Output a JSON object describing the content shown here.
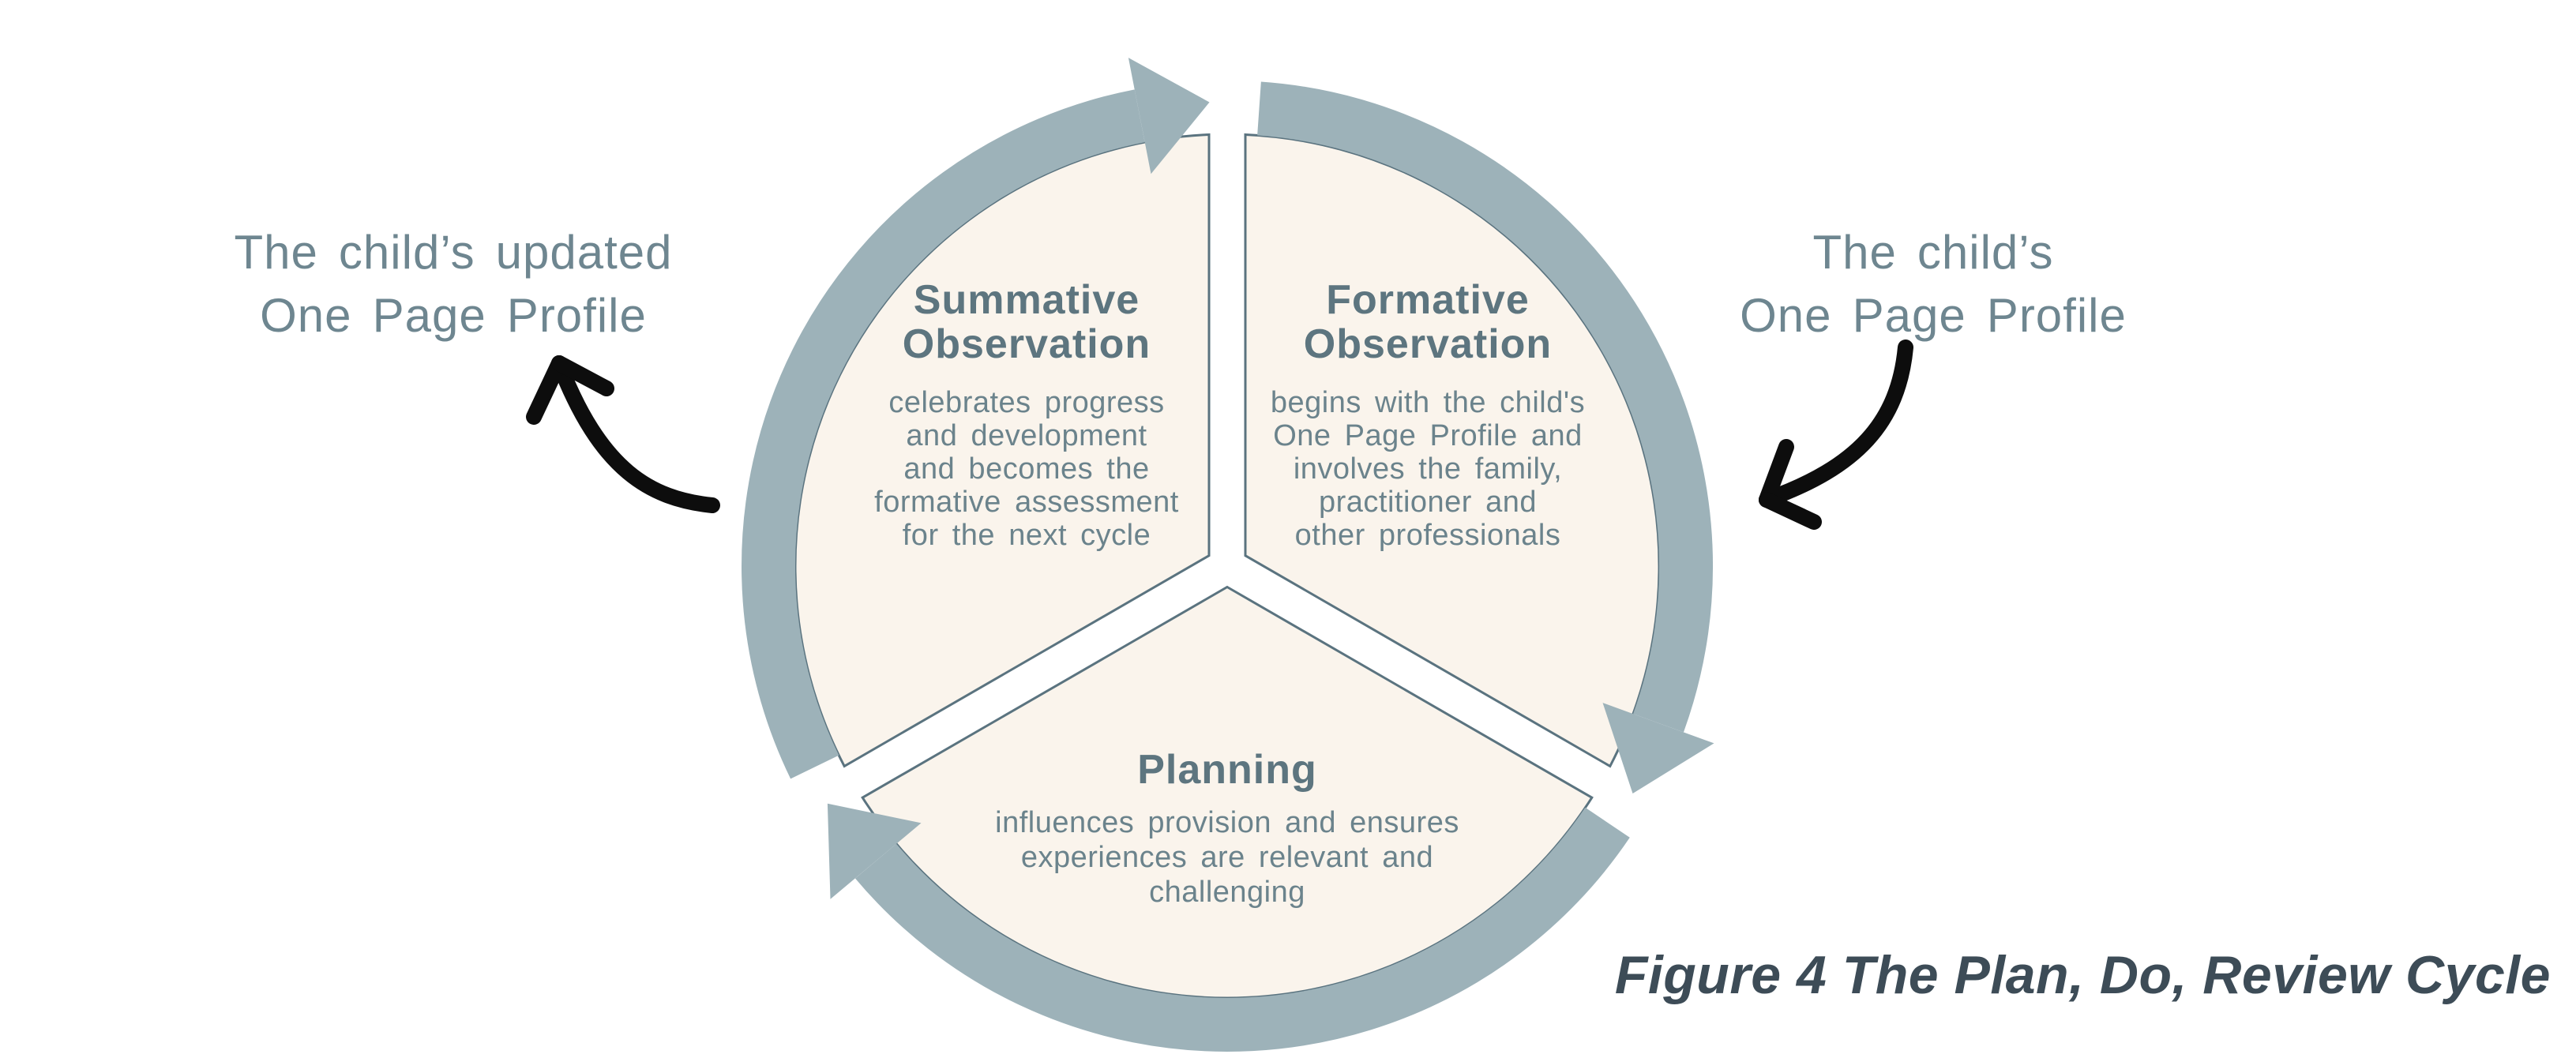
{
  "diagram": {
    "left_label": "The child’s updated\nOne Page Profile",
    "right_label": "The child’s\nOne Page Profile",
    "caption": "Figure 4 The Plan, Do, Review Cycle",
    "cycle_direction": "clockwise",
    "segments": [
      {
        "id": "summative-observation",
        "title": "Summative\nObservation",
        "body": "celebrates progress\nand development\nand becomes the\nformative assessment\nfor the next cycle"
      },
      {
        "id": "formative-observation",
        "title": "Formative\nObservation",
        "body": "begins with the child's\nOne Page Profile and\ninvolves the family,\npractitioner and\nother professionals"
      },
      {
        "id": "planning",
        "title": "Planning",
        "body": "influences provision and ensures\nexperiences are relevant and\nchallenging"
      }
    ],
    "icons": {
      "left_arrow": "hand-drawn-curved-arrow-up-left",
      "right_arrow": "hand-drawn-curved-arrow-down-left",
      "ring_arrows": "clockwise-cycle-arc-arrows"
    },
    "colors": {
      "ring": "#9db2b9",
      "segment_fill": "#faf4ec",
      "segment_outline": "#5a737f",
      "heading_text": "#5d757f",
      "body_text": "#6b838c",
      "side_label_text": "#6e8690",
      "caption_text": "#3d4c57",
      "hand_arrow": "#0d0d0d",
      "background": "#ffffff"
    }
  }
}
